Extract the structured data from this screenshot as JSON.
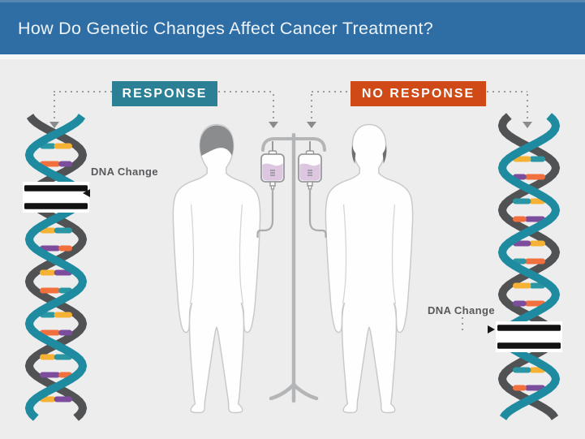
{
  "header": {
    "title": "How Do Genetic Changes Affect Cancer Treatment?"
  },
  "scenarios": {
    "response": {
      "label": "RESPONSE",
      "annotation": "DNA Change"
    },
    "no_response": {
      "label": "NO RESPONSE",
      "annotation": "DNA Change"
    }
  },
  "icons": {
    "left": "dna-helix-with-mutation",
    "right": "dna-helix-with-mutation",
    "center": "iv-stand-two-chemo-bags",
    "patients": [
      "patient-silhouette-with-hair",
      "patient-silhouette-bald"
    ]
  },
  "palette": {
    "header_bg": "#2f6ea5",
    "header_top": "#5786b4",
    "background": "#ededee",
    "response_bg": "#2b8095",
    "no_response_bg": "#cf4a17",
    "connector_gray": "#9b9b9d",
    "label_gray": "#58595b",
    "dna_teal": "#1e8ba0",
    "dna_gray": "#515254",
    "rung_yellow": "#f6b234",
    "rung_orange": "#f1703d",
    "rung_purple": "#7d4d9d",
    "rung_teal": "#2a96a4",
    "mutation_black": "#121212",
    "figure_fill": "#fefefe",
    "figure_outline": "#c8c9ca",
    "hair_gray": "#8b8c8e",
    "iv_metal": "#b4b5b7",
    "iv_outline": "#98999b",
    "iv_liquid": "#ddc7e0"
  }
}
